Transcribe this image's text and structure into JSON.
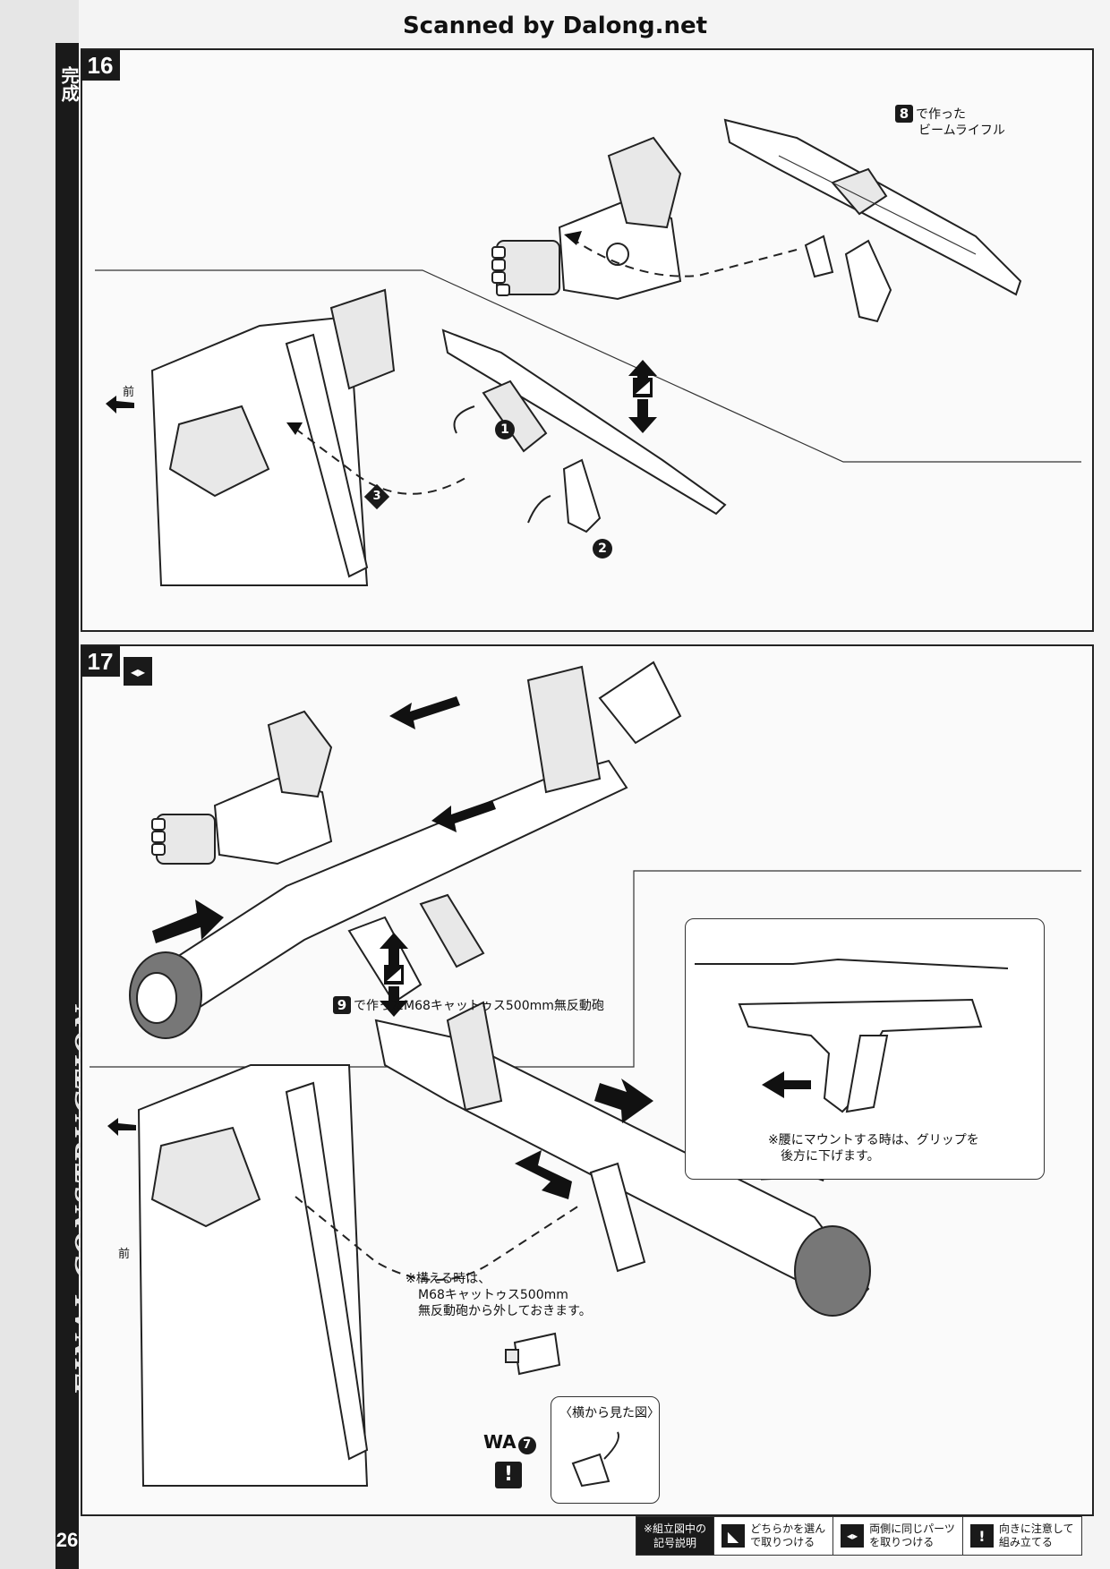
{
  "header": {
    "scanned_by": "Scanned by Dalong.net"
  },
  "sidebar": {
    "label": "完成",
    "vertical_title": "FINAL CONSTRUCTION",
    "page_number": "26"
  },
  "step16": {
    "number": "16",
    "rifle_ref_num": "8",
    "rifle_ref_text": "で作った",
    "rifle_ref_text2": "ビームライフル",
    "front_label": "前",
    "callouts": [
      "1",
      "2",
      "3"
    ]
  },
  "step17": {
    "number": "17",
    "bazooka_ref_num": "9",
    "bazooka_ref_text": "で作ったM68キャットゥス500mm無反動砲",
    "front_label": "前",
    "waist_note_line1": "※腰にマウントする時は、グリップを",
    "waist_note_line2": "後方に下げます。",
    "hold_note_line1": "※構える時は、",
    "hold_note_line2": "M68キャットゥス500mm",
    "hold_note_line3": "無反動砲から外しておきます。",
    "side_view_label": "〈横から見た図〉",
    "part_code": "WA",
    "part_code_num": "7",
    "warn_symbol": "!"
  },
  "legend": {
    "title_line1": "※組立図中の",
    "title_line2": "記号説明",
    "items": [
      {
        "icon": "choose-one-icon",
        "line1": "どちらかを選ん",
        "line2": "で取りつける"
      },
      {
        "icon": "both-sides-icon",
        "line1": "両側に同じパーツ",
        "line2": "を取りつける"
      },
      {
        "icon": "caution-icon",
        "symbol": "!",
        "line1": "向きに注意して",
        "line2": "組み立てる"
      }
    ]
  }
}
